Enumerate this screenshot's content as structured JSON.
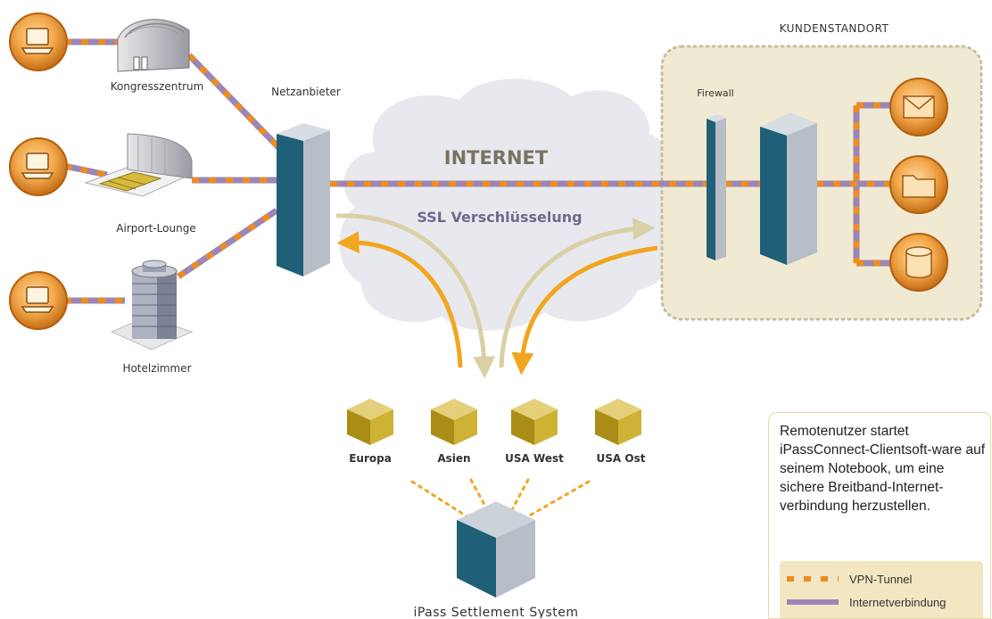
{
  "labels": {
    "kongress": "Kongresszentrum",
    "airport": "Airport-Lounge",
    "hotel": "Hotelzimmer",
    "provider": "Netzanbieter",
    "internet": "INTERNET",
    "ssl": "SSL Verschlüsselung",
    "site": "KUNDENSTANDORT",
    "firewall": "Firewall",
    "settlement": "iPass Settlement System"
  },
  "regions": [
    "Europa",
    "Asien",
    "USA West",
    "USA Ost"
  ],
  "note": {
    "text": "Remotenutzer startet iPassConnect-Clientsoft-ware auf seinem Notebook, um eine sichere Breitband-Internet-verbindung herzustellen."
  },
  "legend": {
    "vpn": "VPN-Tunnel",
    "internet": "Internetverbindung"
  },
  "colors": {
    "vpn": "#f08c1a",
    "internet": "#9b86b6",
    "site_bg": "#f1ead3",
    "cloud": "#e8e9ee",
    "server_front": "#1f5f78",
    "server_side": "#b8bec8"
  }
}
